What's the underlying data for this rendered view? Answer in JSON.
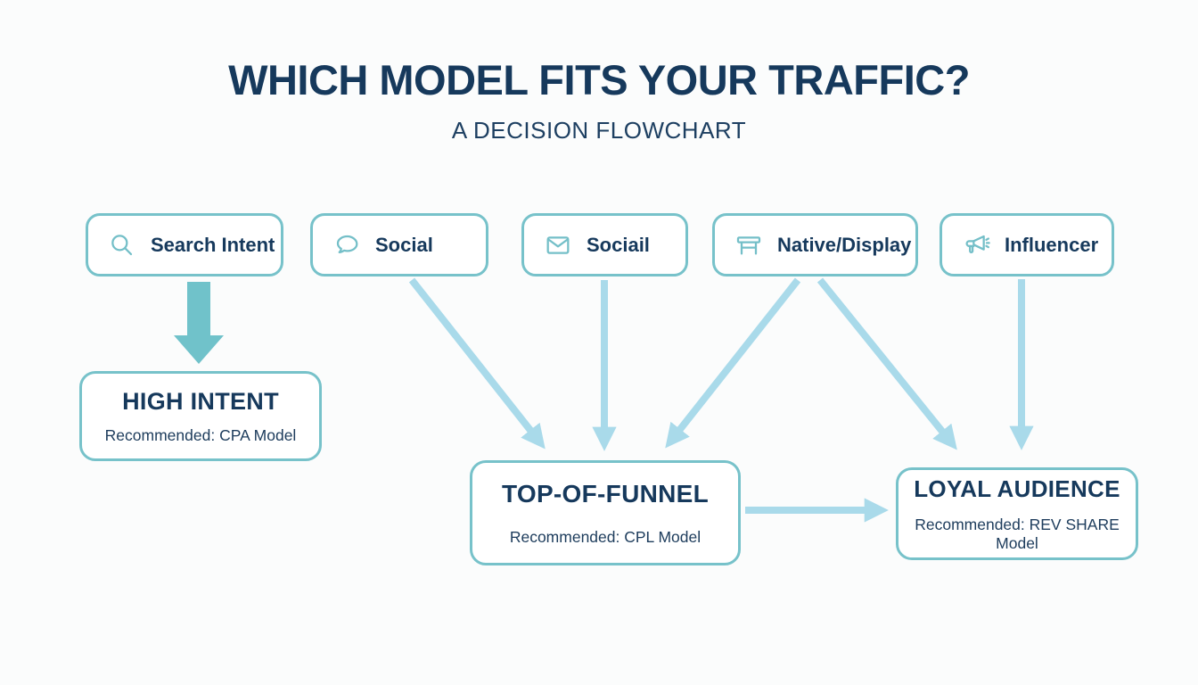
{
  "header": {
    "title": "WHICH MODEL FITS YOUR TRAFFIC?",
    "subtitle": "A DECISION FLOWCHART"
  },
  "sources": [
    {
      "label": "Search Intent",
      "icon": "search-icon"
    },
    {
      "label": "Social",
      "icon": "speech-bubble-icon"
    },
    {
      "label": "Sociail",
      "icon": "envelope-icon"
    },
    {
      "label": "Native/Display",
      "icon": "display-stand-icon"
    },
    {
      "label": "Influencer",
      "icon": "megaphone-icon"
    }
  ],
  "outcomes": [
    {
      "title": "HIGH INTENT",
      "recommendation": "Recommended: CPA Model"
    },
    {
      "title": "TOP-OF-FUNNEL",
      "recommendation": "Recommended: CPL Model"
    },
    {
      "title": "LOYAL AUDIENCE",
      "recommendation": "Recommended: REV SHARE Model"
    }
  ],
  "edges": [
    {
      "from": "Search Intent",
      "to": "HIGH INTENT",
      "style": "thick-teal"
    },
    {
      "from": "Social",
      "to": "TOP-OF-FUNNEL",
      "style": "light"
    },
    {
      "from": "Sociail",
      "to": "TOP-OF-FUNNEL",
      "style": "light"
    },
    {
      "from": "Native/Display",
      "to": "TOP-OF-FUNNEL",
      "style": "light"
    },
    {
      "from": "Native/Display",
      "to": "LOYAL AUDIENCE",
      "style": "light"
    },
    {
      "from": "Influencer",
      "to": "LOYAL AUDIENCE",
      "style": "light"
    },
    {
      "from": "TOP-OF-FUNNEL",
      "to": "LOYAL AUDIENCE",
      "style": "light"
    }
  ],
  "colors": {
    "navy": "#16395c",
    "teal_border": "#77c2ca",
    "teal_arrow": "#70c2ca",
    "light_arrow": "#a9daea",
    "background": "#fbfcfc"
  }
}
